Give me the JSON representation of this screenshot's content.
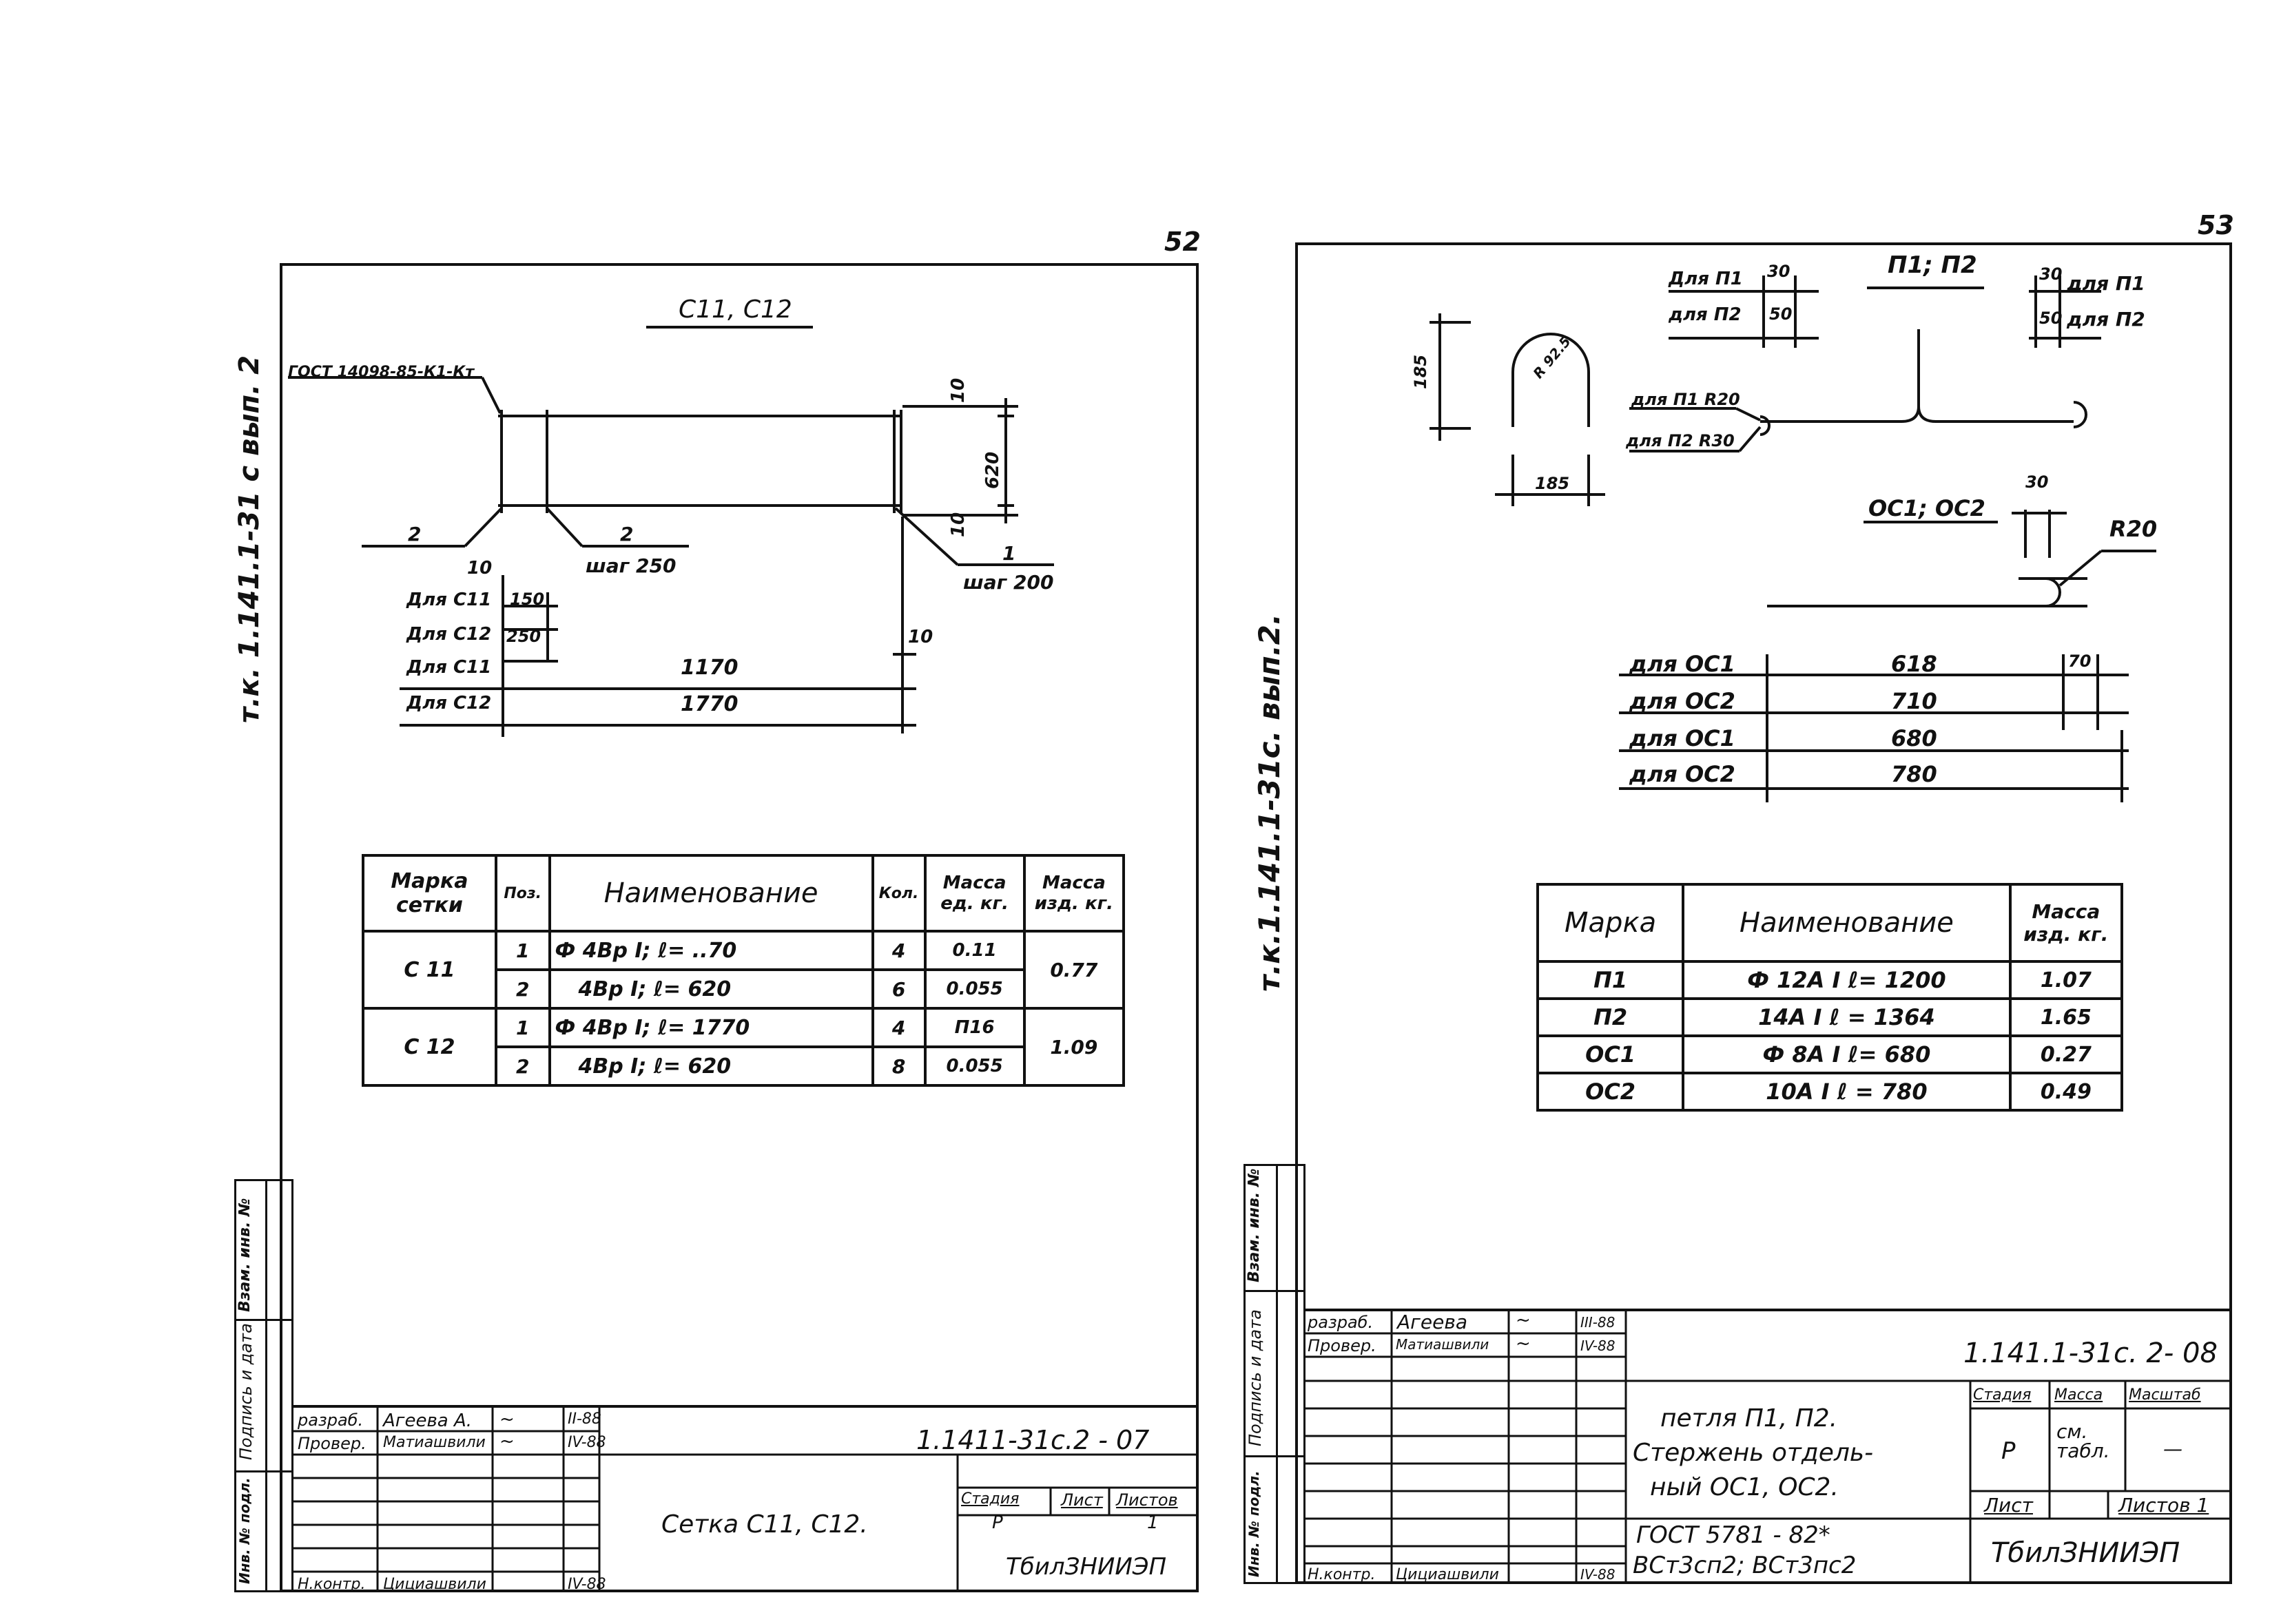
{
  "left_sheet": {
    "page_number": "52",
    "side_label": "т.к. 1.141.1-31 с  вып. 2",
    "drawing_title": "С11, С12",
    "gost_label": "ГОСТ 14098-85-К1-Кт",
    "pos_labels": {
      "pos2a": "2",
      "pos2b": "2",
      "pos1": "1"
    },
    "step_labels": {
      "step250": "шаг 250",
      "step200": "шаг 200"
    },
    "dims": {
      "d10_top": "10",
      "d620": "620",
      "d10_mid": "10",
      "d10_left": "10",
      "d150": "150",
      "d250": "250",
      "d10_right": "10",
      "d1170": "1170",
      "d1770": "1770"
    },
    "row_labels": [
      "Для С11",
      "Для С12",
      "Для С11",
      "Для С12"
    ],
    "spec_table": {
      "headers": [
        "Марка сетки",
        "Поз.",
        "Наименование",
        "Кол.",
        "Масса ед. кг.",
        "Масса изд. кг."
      ],
      "groups": [
        {
          "mark": "С 11",
          "total": "0.77",
          "rows": [
            {
              "pos": "1",
              "name": "Ф 4Вр I;  ℓ= ..70",
              "qty": "4",
              "mass": "0.11"
            },
            {
              "pos": "2",
              "name": "4Вр I;  ℓ= 620",
              "qty": "6",
              "mass": "0.055"
            }
          ]
        },
        {
          "mark": "С 12",
          "total": "1.09",
          "rows": [
            {
              "pos": "1",
              "name": "Ф 4Вр I;  ℓ= 1770",
              "qty": "4",
              "mass": "П16"
            },
            {
              "pos": "2",
              "name": "4Вр I;  ℓ= 620",
              "qty": "8",
              "mass": "0.055"
            }
          ]
        }
      ]
    },
    "stamp_side": [
      "Инв. № подл.",
      "Подпись и дата",
      "Взам. инв. №"
    ],
    "title_block": {
      "roles": [
        "разраб.",
        "Провер.",
        "Н.контр."
      ],
      "names": [
        "Агеева А.",
        "Матиашвили",
        "Цициашвили"
      ],
      "dates": [
        "II-88",
        "IV-88",
        "IV-88"
      ],
      "doc_code": "1.1411-31с.2  - 07",
      "name": "Сетка С11, С12.",
      "stage_head": "Стадия",
      "sheet_head": "Лист",
      "sheets_head": "Листов",
      "stage": "Р",
      "sheet": "1",
      "org": "ТбилЗНИИЭП"
    }
  },
  "right_sheet": {
    "page_number": "53",
    "side_label": "т.к.1.141.1-31с. вып.2.",
    "title_p": "П1; П2",
    "title_oc": "ОС1; ОС2",
    "loop_dims": {
      "h185": "185",
      "w185": "185",
      "radius": "R 92.5"
    },
    "left_labels": [
      "Для П1",
      "для П2"
    ],
    "left_dims": [
      "30",
      "50"
    ],
    "right_labels": [
      "для П1",
      "для П2"
    ],
    "right_dims": [
      "30",
      "50"
    ],
    "hook_labels": [
      "для П1 R20",
      "для П2 R30"
    ],
    "oc_dim30": "30",
    "oc_radius": "R20",
    "oc_rows": [
      {
        "label": "для ОС1",
        "value": "618",
        "extra": "70"
      },
      {
        "label": "для ОС2",
        "value": "710",
        "extra": ""
      },
      {
        "label": "для ОС1",
        "value": "680",
        "extra": ""
      },
      {
        "label": "для ОС2",
        "value": "780",
        "extra": ""
      }
    ],
    "spec_table": {
      "headers": [
        "Марка",
        "Наименование",
        "Масса изд. кг."
      ],
      "rows": [
        {
          "mark": "П1",
          "name": "Ф 12А I   ℓ= 1200",
          "mass": "1.07"
        },
        {
          "mark": "П2",
          "name": "14А I  ℓ = 1364",
          "mass": "1.65"
        },
        {
          "mark": "ОС1",
          "name": "Ф 8А I  ℓ= 680",
          "mass": "0.27"
        },
        {
          "mark": "ОС2",
          "name": "10А I  ℓ = 780",
          "mass": "0.49"
        }
      ]
    },
    "stamp_side": [
      "Инв. № подл.",
      "Подпись и дата",
      "Взам. инв. №"
    ],
    "title_block": {
      "roles": [
        "разраб.",
        "Провер.",
        "Н.контр."
      ],
      "names": [
        "Агеева",
        "Матиашвили",
        "Цициашвили"
      ],
      "dates": [
        "III-88",
        "IV-88",
        "IV-88"
      ],
      "doc_code": "1.141.1-31с. 2- 08",
      "name_lines": [
        "петля П1, П2.",
        "Стержень отдель-",
        "ный ОС1, ОС2."
      ],
      "stage_head": "Стадия",
      "mass_head": "Масса",
      "scale_head": "Масштаб",
      "stage": "Р",
      "mass": "см. табл.",
      "scale": "—",
      "sheet_head": "Лист",
      "sheets_head": "Листов 1",
      "gost_lines": [
        "ГОСТ 5781 - 82*",
        "ВСт3сп2; ВСт3пс2"
      ],
      "org": "ТбилЗНИИЭП"
    }
  }
}
